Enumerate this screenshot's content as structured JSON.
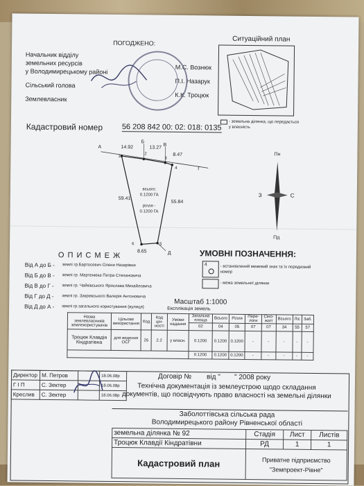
{
  "approval": {
    "heading": "ПОГОДЖЕНО:",
    "left_lines": [
      "Начальник відділу",
      "земельних ресурсів",
      "у Володимирецькому районі"
    ],
    "village_head": "Сільський голова",
    "land_surveyor": "Землевласник",
    "names": [
      "М.С. Вознюк",
      "П.І. Назарук",
      "К.К. Троцюк"
    ]
  },
  "situation_plan": {
    "title": "Ситуаційний план",
    "legend": "- земельна ділянка, що передається\nу власність"
  },
  "cadastral": {
    "label": "Кадастровий номер",
    "number": "56 208 842 00: 02: 018: 0135"
  },
  "plot": {
    "points": [
      "А",
      "Б",
      "В",
      "Г",
      "Д",
      "1",
      "2",
      "3",
      "4",
      "5",
      "6"
    ],
    "dimensions": [
      "14.92",
      "13.27",
      "8.47",
      "59.41",
      "55.84",
      "8.65"
    ],
    "area_total": "всього:\n0.1200 ГА",
    "area_arable": "рілля -\n0.1200 ГА"
  },
  "compass": {
    "n": "Пн",
    "s": "Пд",
    "w": "З",
    "e": "С"
  },
  "boundaries": {
    "title": "О П И С   М Е Ж",
    "lines": [
      [
        "Від А до Б -",
        "землі гр.Бартосевич Олени Назарівни"
      ],
      [
        "Від Б до В -",
        "землі гр. Мартенюка Петра Степановича"
      ],
      [
        "Від В до Г -",
        "землі гр. Чайківського Ярослава Михайловича"
      ],
      [
        "Від Г до Д -",
        "землі гр. Закревського Валерія Антоновича"
      ],
      [
        "Від Д до А -",
        "землі гр.загального користування (вулиця)"
      ]
    ]
  },
  "legend": {
    "title": "УМОВНІ  ПОЗНАЧЕННЯ:",
    "marker_num": "4",
    "item1": "- встановлений межевий знак та їх порядковий номер",
    "item2": "- межа земельної ділянки"
  },
  "scale": "Масштаб 1:1000",
  "explication": {
    "title": "Експлікація земель",
    "headers": [
      "Назва землевласників землекористувачів",
      "Цільове використання",
      "Код",
      "Код цін-ності",
      "Умови надання",
      "Загальна площа",
      "Всього",
      "Рілля",
      "Пере-логи",
      "Сіно-жаті",
      "Всього",
      "Ліс",
      "Заб."
    ],
    "codes": [
      "02",
      "04",
      "05",
      "07",
      "07",
      "34",
      "55",
      "57"
    ],
    "row": [
      "Троцюк Клавдія Кіндратівна",
      "для ведення ОСГ",
      "26",
      "2.2",
      "у власн.",
      "0.1200",
      "0.1200",
      "0.1200",
      "-",
      "-",
      "-",
      "-",
      "-"
    ],
    "totals": [
      "0.1200",
      "0.1200",
      "0.1200",
      "-",
      "-",
      "-",
      "-",
      "-"
    ]
  },
  "title_block": {
    "rows": [
      [
        "Директор",
        "М. Петров",
        "18.06.08р"
      ],
      [
        "Г І П",
        "С. Зектер",
        "18.06.08р"
      ],
      [
        "Креслив",
        "С. Зектер",
        "18.06.08р"
      ]
    ],
    "contract": "Договір №",
    "contract_from": "від \"",
    "contract_year": "\"   2008 року",
    "description": "Технічна документація із землеустрою  щодо складання документів, що посвідчують право власності  на земельні ділянки",
    "council": "Заболоттівська сільська рада\nВолодимирецького району Рівненської області",
    "parcel": "земельна ділянка № 92",
    "owner": "Троцюк Клавдії Кіндратівни",
    "stage_h": "Стадія",
    "sheet_h": "Лист",
    "sheets_h": "Листів",
    "stage": "РД",
    "sheet": "1",
    "sheets": "1",
    "plan": "Кадастровий  план",
    "company_1": "Приватне підприємство",
    "company_2": "\"Земпроект-Рівне\""
  }
}
